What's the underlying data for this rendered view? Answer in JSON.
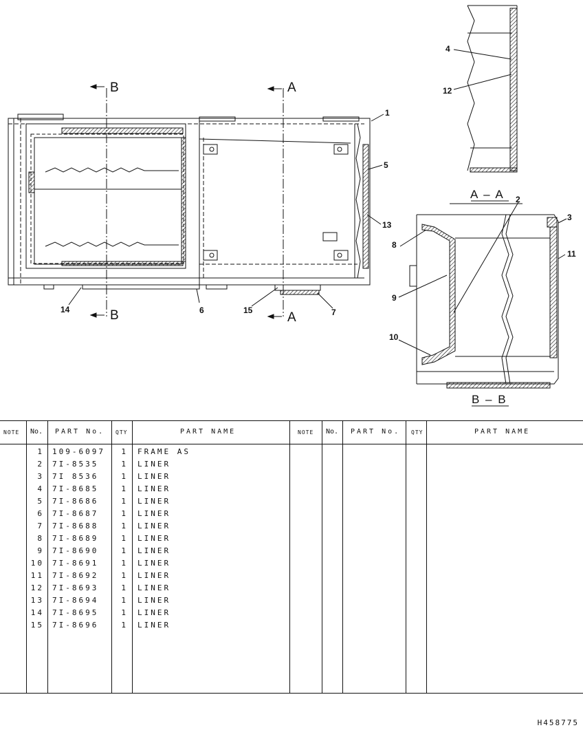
{
  "section_labels": {
    "a": "A",
    "b": "B"
  },
  "section_titles": {
    "aa": "A – A",
    "bb": "B – B"
  },
  "callouts": {
    "main": [
      "1",
      "5",
      "13",
      "14",
      "6",
      "15",
      "7"
    ],
    "aa": [
      "4",
      "12"
    ],
    "bb": [
      "2",
      "3",
      "8",
      "11",
      "9",
      "10"
    ]
  },
  "table": {
    "headers": {
      "note": "NOTE",
      "no": "No.",
      "part_no": "PART No.",
      "qty": "QTY",
      "part_name": "PART NAME"
    },
    "rows": [
      {
        "no": "1",
        "part_no": "109-6097",
        "qty": "1",
        "name": "FRAME AS"
      },
      {
        "no": "2",
        "part_no": "7I-8535",
        "qty": "1",
        "name": "LINER"
      },
      {
        "no": "3",
        "part_no": "7I 8536",
        "qty": "1",
        "name": "LINER"
      },
      {
        "no": "4",
        "part_no": "7I-8685",
        "qty": "1",
        "name": "LINER"
      },
      {
        "no": "5",
        "part_no": "7I-8686",
        "qty": "1",
        "name": "LINER"
      },
      {
        "no": "6",
        "part_no": "7I-8687",
        "qty": "1",
        "name": "LINER"
      },
      {
        "no": "7",
        "part_no": "7I-8688",
        "qty": "1",
        "name": "LINER"
      },
      {
        "no": "8",
        "part_no": "7I-8689",
        "qty": "1",
        "name": "LINER"
      },
      {
        "no": "9",
        "part_no": "7I-8690",
        "qty": "1",
        "name": "LINER"
      },
      {
        "no": "10",
        "part_no": "7I-8691",
        "qty": "1",
        "name": "LINER"
      },
      {
        "no": "11",
        "part_no": "7I-8692",
        "qty": "1",
        "name": "LINER"
      },
      {
        "no": "12",
        "part_no": "7I-8693",
        "qty": "1",
        "name": "LINER"
      },
      {
        "no": "13",
        "part_no": "7I-8694",
        "qty": "1",
        "name": "LINER"
      },
      {
        "no": "14",
        "part_no": "7I-8695",
        "qty": "1",
        "name": "LINER"
      },
      {
        "no": "15",
        "part_no": "7I-8696",
        "qty": "1",
        "name": "LINER"
      }
    ]
  },
  "drawing_number": "H458775"
}
